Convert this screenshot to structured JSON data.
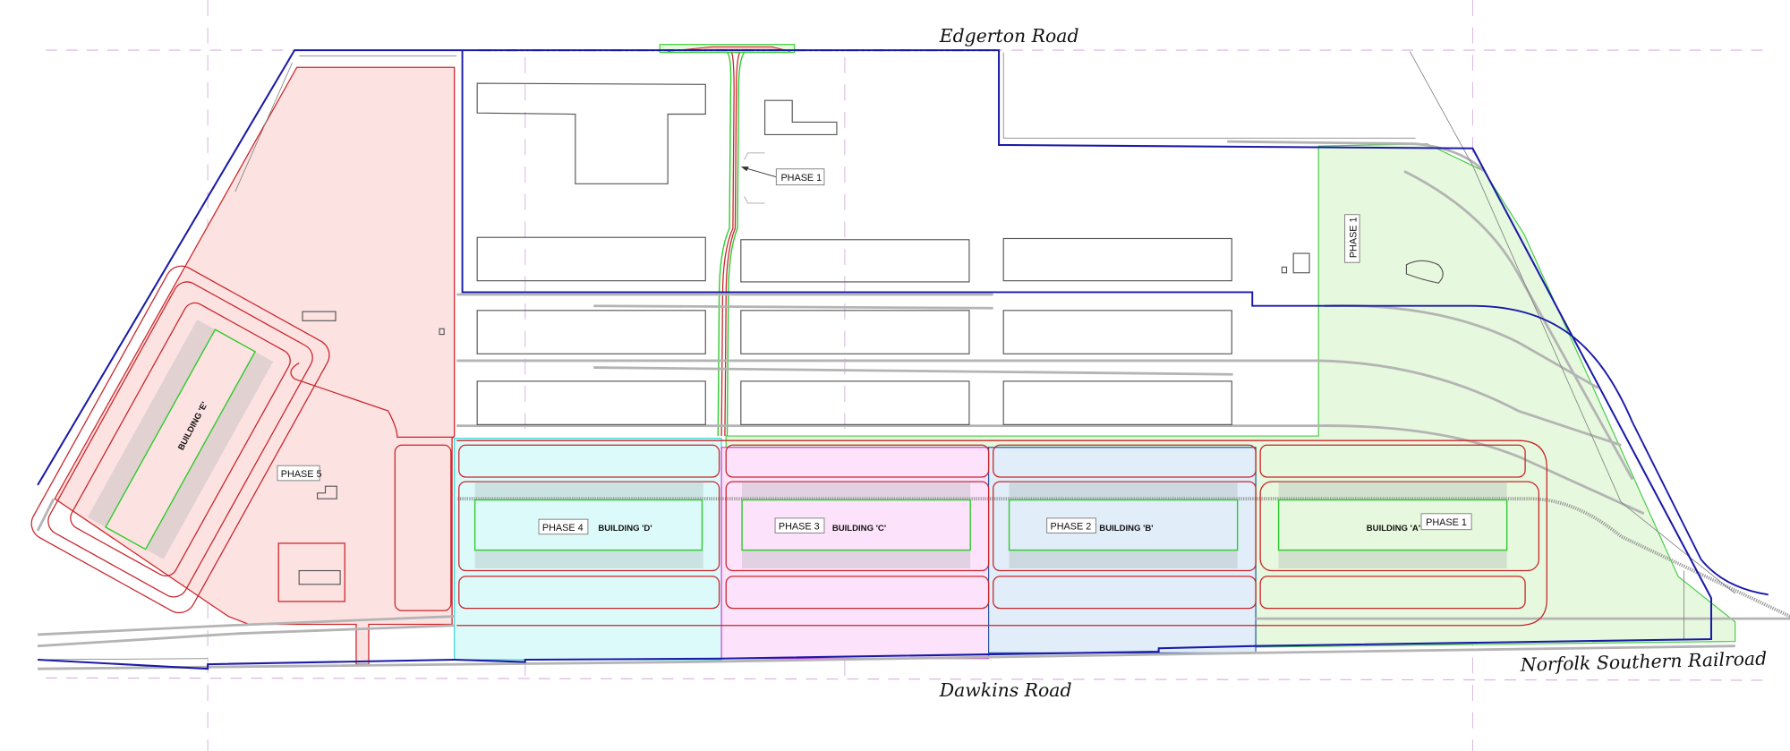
{
  "roads": {
    "north": "Edgerton Road",
    "south": "Dawkins Road",
    "railroad": "Norfolk Southern Railroad"
  },
  "phases": {
    "phase1_access": "PHASE 1",
    "phase1_yard": "PHASE 1",
    "phase1_building": "PHASE 1",
    "phase2": "PHASE 2",
    "phase3": "PHASE 3",
    "phase4": "PHASE 4",
    "phase5": "PHASE 5"
  },
  "buildings": {
    "a": "BUILDING 'A'",
    "b": "BUILDING 'B'",
    "c": "BUILDING 'C'",
    "d": "BUILDING 'D'",
    "e": "BUILDING 'E'"
  },
  "colors": {
    "phase1": "#e6f8dd",
    "phase2": "#e1edf9",
    "phase3": "#fce2fa",
    "phase4": "#ddfafa",
    "phase5": "#fde2e2",
    "property_line": "#1a1aa8",
    "roads": "#c8252a",
    "building_footprint": "#2fcb2f"
  }
}
